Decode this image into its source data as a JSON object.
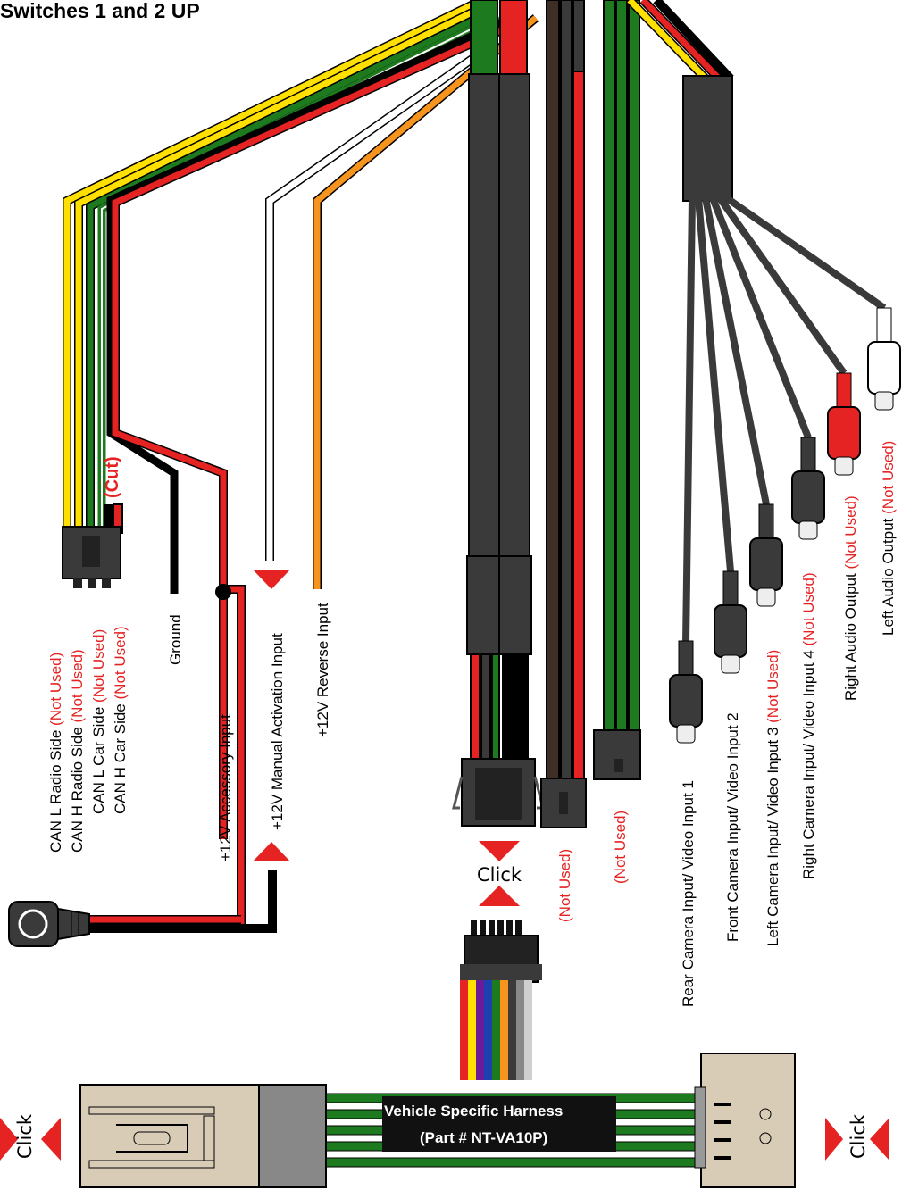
{
  "header": {
    "title": "Switches 1 and 2 UP"
  },
  "labels": {
    "not_used": "(Not Used)",
    "cut": "(Cut)",
    "can_l_radio": "CAN L Radio Side",
    "can_h_radio": "CAN H Radio Side",
    "can_l_car": "CAN L Car Side",
    "can_h_car": "CAN H Car Side",
    "ground": "Ground",
    "accessory": "+12V Accessory Input",
    "manual": "+12V Manual Activation Input",
    "reverse": "+12V Reverse Input",
    "rear_cam": "Rear Camera Input/ Video Input 1",
    "front_cam": "Front Camera Input/ Video Input 2",
    "left_cam": "Left Camera Input/ Video Input 3",
    "right_cam": "Right Camera Input/ Video Input 4",
    "right_audio": "Right Audio Output",
    "left_audio": "Left Audio Output",
    "click": "Click"
  },
  "harness": {
    "title": "Vehicle Specific Harness",
    "part": "(Part # NT-VA10P)"
  },
  "colors": {
    "yellow": "#ffe000",
    "green": "#1e7a1e",
    "red": "#e52323",
    "black": "#000000",
    "orange": "#f7941d",
    "dark_gray": "#3a3a3a",
    "tan": "#d8ccb7",
    "white": "#ffffff"
  }
}
